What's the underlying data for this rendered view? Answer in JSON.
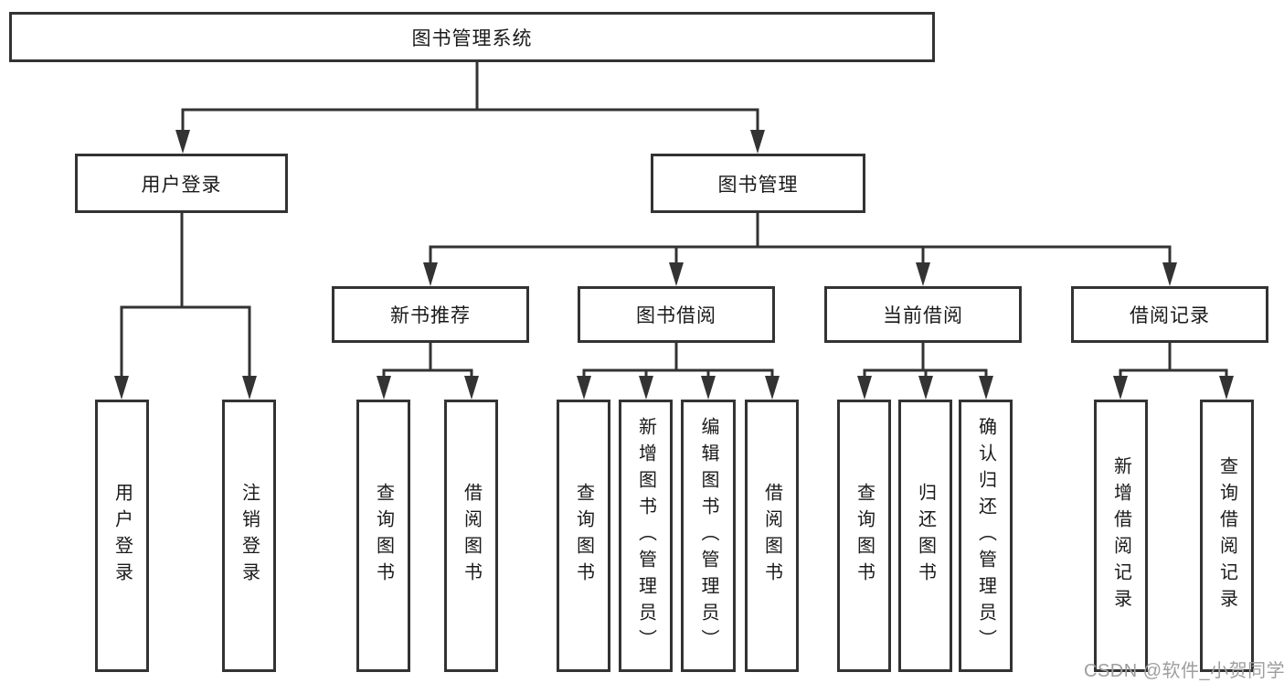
{
  "tree": {
    "label": "图书管理系统",
    "children": [
      {
        "label": "用户登录",
        "children": [
          {
            "label": "用户登录"
          },
          {
            "label": "注销登录"
          }
        ]
      },
      {
        "label": "图书管理",
        "children": [
          {
            "label": "新书推荐",
            "children": [
              {
                "label": "查询图书"
              },
              {
                "label": "借阅图书"
              }
            ]
          },
          {
            "label": "图书借阅",
            "children": [
              {
                "label": "查询图书"
              },
              {
                "label": "新增图书（管理员）"
              },
              {
                "label": "编辑图书（管理员）"
              },
              {
                "label": "借阅图书"
              }
            ]
          },
          {
            "label": "当前借阅",
            "children": [
              {
                "label": "查询图书"
              },
              {
                "label": "归还图书"
              },
              {
                "label": "确认归还（管理员）"
              }
            ]
          },
          {
            "label": "借阅记录",
            "children": [
              {
                "label": "新增借阅记录"
              },
              {
                "label": "查询借阅记录"
              }
            ]
          }
        ]
      }
    ]
  },
  "watermark": "CSDN @软件_小贺同学",
  "colors": {
    "line": "#333333",
    "border": "#333333",
    "text": "#1a1a1a",
    "watermark": "#9e9e9e",
    "background": "#ffffff"
  }
}
